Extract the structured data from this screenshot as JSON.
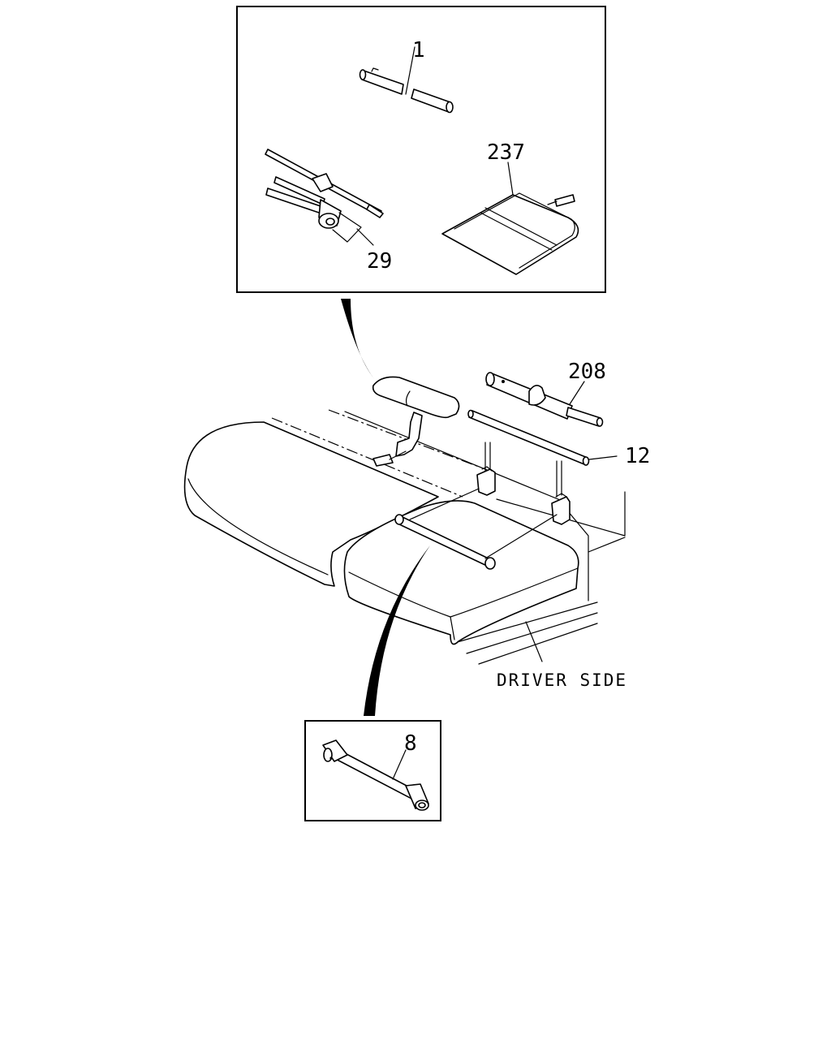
{
  "labels": {
    "part_1": "1",
    "part_237": "237",
    "part_29": "29",
    "part_208": "208",
    "part_12": "12",
    "part_8": "8",
    "driver_side": "DRIVER SIDE"
  }
}
